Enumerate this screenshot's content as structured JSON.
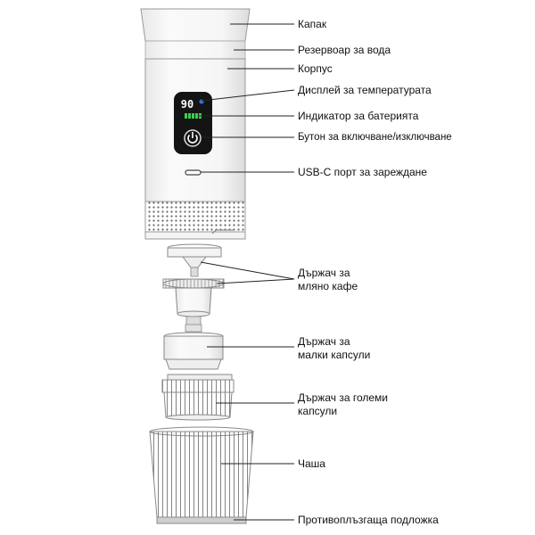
{
  "display": {
    "temperature": "90",
    "battery_color": "#3ad14a",
    "screen_color": "#141414"
  },
  "labels": {
    "lid": "Капак",
    "water_tank": "Резервоар за вода",
    "body": "Корпус",
    "temp_display": "Дисплей за температурата",
    "battery_indicator": "Индикатор за батерията",
    "power_button": "Бутон за включване/изключване",
    "usb_port": "USB-C порт за зареждане",
    "ground_coffee_line1": "Държач за",
    "ground_coffee_line2": "мляно кафе",
    "small_caps_line1": "Държач за",
    "small_caps_line2": "малки капсули",
    "large_caps_line1": "Държач за големи",
    "large_caps_line2": "капсули",
    "cup": "Чаша",
    "antislip_pad": "Противоплъзгаща подложка"
  }
}
